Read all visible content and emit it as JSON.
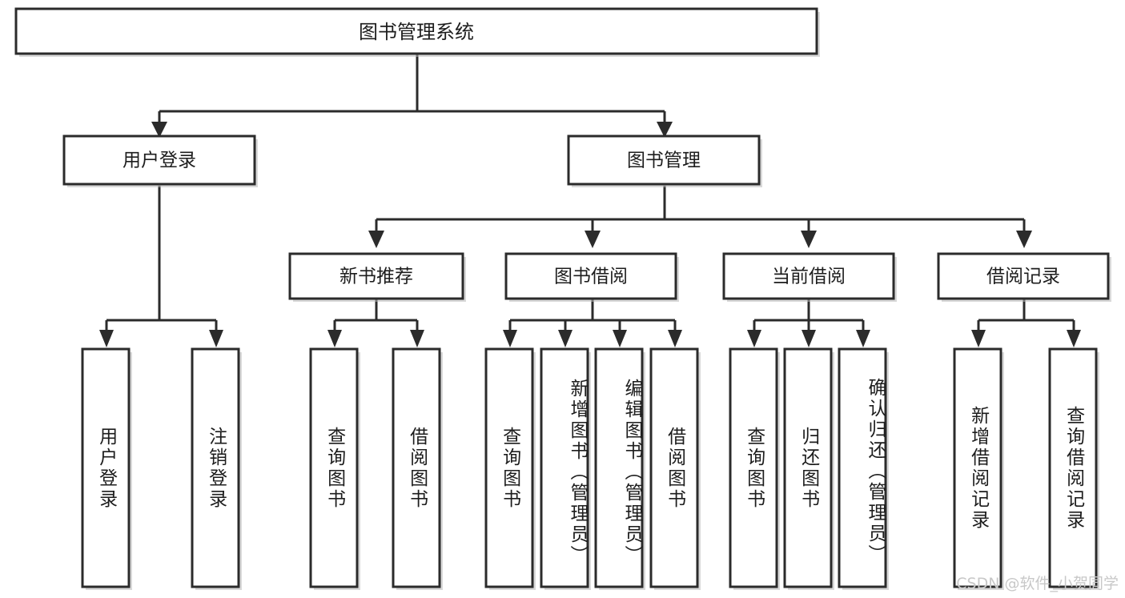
{
  "diagram": {
    "title": "图书管理系统",
    "watermark": "CSDN @软件_小贺同学",
    "colors": {
      "stroke": "#2b2b2b",
      "fill": "#ffffff",
      "text": "#1d1d1d",
      "watermark": "#c8c8c8",
      "background": "#ffffff"
    },
    "root": {
      "label": "图书管理系统"
    },
    "level2": [
      {
        "label": "用户登录"
      },
      {
        "label": "图书管理"
      }
    ],
    "level3": [
      {
        "label": "新书推荐"
      },
      {
        "label": "图书借阅"
      },
      {
        "label": "当前借阅"
      },
      {
        "label": "借阅记录"
      }
    ],
    "leaves": {
      "user_login": [
        {
          "label": "用户登录"
        },
        {
          "label": "注销登录"
        }
      ],
      "new_book": [
        {
          "label": "查询图书"
        },
        {
          "label": "借阅图书"
        }
      ],
      "book_borrow": [
        {
          "label": "查询图书"
        },
        {
          "label": "新增图书（管理员）"
        },
        {
          "label": "编辑图书（管理员）"
        },
        {
          "label": "借阅图书"
        }
      ],
      "current_borrow": [
        {
          "label": "查询图书"
        },
        {
          "label": "归还图书"
        },
        {
          "label": "确认归还（管理员）"
        }
      ],
      "borrow_record": [
        {
          "label": "新增借阅记录"
        },
        {
          "label": "查询借阅记录"
        }
      ]
    }
  }
}
